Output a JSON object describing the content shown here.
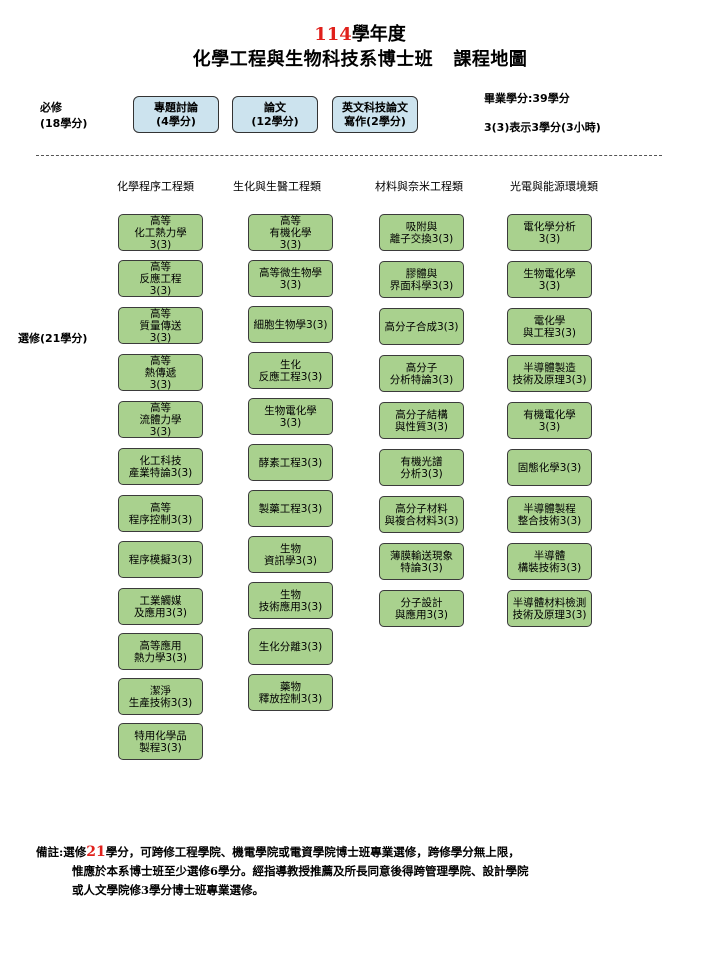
{
  "header": {
    "year_number": "114",
    "year_suffix": "學年度",
    "title": "化學工程與生物科技系博士班   課程地圖"
  },
  "required": {
    "label": "必修",
    "credits": "(18學分)",
    "courses": [
      {
        "label": "專題討論\n(4學分)"
      },
      {
        "label": "論文\n(12學分)"
      },
      {
        "label": "英文科技論文\n寫作(2學分)"
      }
    ]
  },
  "info": {
    "graduation": "畢業學分:39學分",
    "credit_notation": "3(3)表示3學分(3小時)"
  },
  "elective": {
    "label": "選修(21學分)"
  },
  "categories": [
    {
      "name": "化學程序工程類",
      "courses": [
        "高等\n化工熱力學\n3(3)",
        "高等\n反應工程\n3(3)",
        "高等\n質量傳送\n3(3)",
        "高等\n熱傳遞\n3(3)",
        "高等\n流體力學\n3(3)",
        "化工科技\n產業特論3(3)",
        "高等\n程序控制3(3)",
        "程序模擬3(3)",
        "工業觸媒\n及應用3(3)",
        "高等應用\n熱力學3(3)",
        "潔淨\n生產技術3(3)",
        "特用化學品\n製程3(3)"
      ]
    },
    {
      "name": "生化與生醫工程類",
      "courses": [
        "高等\n有機化學\n3(3)",
        "高等微生物學\n3(3)",
        "細胞生物學3(3)",
        "生化\n反應工程3(3)",
        "生物電化學\n3(3)",
        "酵素工程3(3)",
        "製藥工程3(3)",
        "生物\n資訊學3(3)",
        "生物\n技術應用3(3)",
        "生化分離3(3)",
        "藥物\n釋放控制3(3)"
      ]
    },
    {
      "name": "材料與奈米工程類",
      "courses": [
        "吸附與\n離子交換3(3)",
        "膠體與\n界面科學3(3)",
        "高分子合成3(3)",
        "高分子\n分析特論3(3)",
        "高分子結構\n與性質3(3)",
        "有機光譜\n分析3(3)",
        "高分子材料\n與複合材料3(3)",
        "薄膜輸送現象\n特論3(3)",
        "分子設計\n與應用3(3)"
      ]
    },
    {
      "name": "光電與能源環境類",
      "courses": [
        "電化學分析\n3(3)",
        "生物電化學\n3(3)",
        "電化學\n與工程3(3)",
        "半導體製造\n技術及原理3(3)",
        "有機電化學\n3(3)",
        "固態化學3(3)",
        "半導體製程\n整合技術3(3)",
        "半導體\n構裝技術3(3)",
        "半導體材料檢測\n技術及原理3(3)"
      ]
    }
  ],
  "note": {
    "prefix": "備註:選修",
    "highlight": "21",
    "line1_rest": "學分，可跨修工程學院、機電學院或電資學院博士班專業選修，跨修學分無上限，",
    "line2": "惟應於本系博士班至少選修6學分。經指導教授推薦及所長同意後得跨管理學院、設計學院",
    "line3": "或人文學院修3學分博士班專業選修。"
  }
}
